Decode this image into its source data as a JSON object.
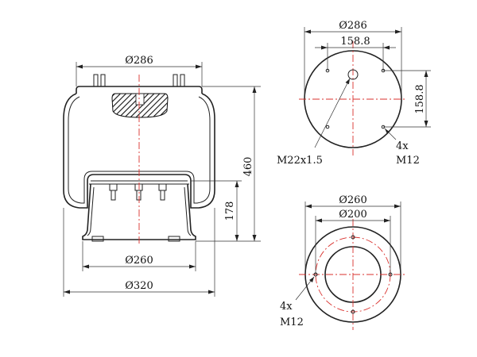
{
  "side_view": {
    "dim_top_width": "Ø286",
    "dim_total_height": "460",
    "dim_piston_height": "178",
    "dim_bottom_width": "Ø260",
    "dim_max_width": "Ø320"
  },
  "top_view": {
    "dim_outer": "Ø286",
    "dim_bolt_spacing_h": "158.8",
    "dim_bolt_spacing_v": "158.8",
    "thread_label": "M22x1.5",
    "bolt_count": "4x",
    "bolt_thread": "M12"
  },
  "bottom_view": {
    "dim_outer": "Ø260",
    "dim_inner": "Ø200",
    "bolt_count": "4x",
    "bolt_thread": "M12"
  },
  "colors": {
    "line": "#222222",
    "centerline": "#d9302c"
  }
}
